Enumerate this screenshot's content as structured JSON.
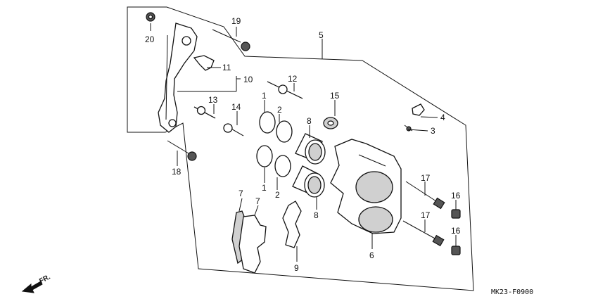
{
  "labels": {
    "p1a": "1",
    "p1b": "1",
    "p2a": "2",
    "p2b": "2",
    "p3": "3",
    "p4": "4",
    "p5": "5",
    "p6": "6",
    "p7a": "7",
    "p7b": "7",
    "p8a": "8",
    "p8b": "8",
    "p9": "9",
    "p10": "10",
    "p11": "11",
    "p12": "12",
    "p13": "13",
    "p14": "14",
    "p15": "15",
    "p16a": "16",
    "p16b": "16",
    "p17a": "17",
    "p17b": "17",
    "p18": "18",
    "p19": "19",
    "p20": "20"
  },
  "direction_label": "FR.",
  "diagram_code": "MK23-F0900"
}
